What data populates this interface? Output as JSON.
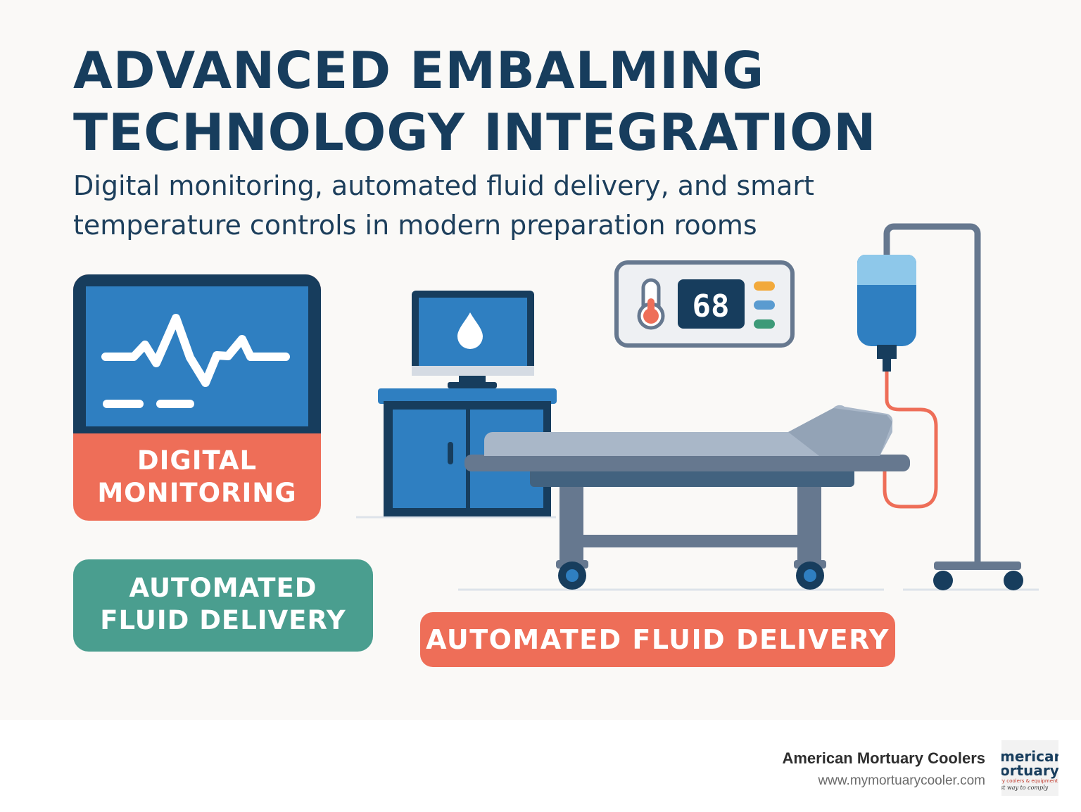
{
  "title": {
    "line1": "ADVANCED EMBALMING",
    "line2": "TECHNOLOGY INTEGRATION"
  },
  "subtitle": {
    "line1": "Digital monitoring, automated fluid delivery, and smart",
    "line2": "temperature controls in modern preparation rooms"
  },
  "monitor_panel": {
    "label_line1": "DIGITAL",
    "label_line2": "MONITORING",
    "icon": "heartbeat-icon"
  },
  "fluid_panel": {
    "label_line1": "AUTOMATED",
    "label_line2": "FLUID DELIVERY"
  },
  "bottom_label": "AUTOMATED FLUID DELIVERY",
  "thermostat": {
    "reading": "68",
    "icon": "thermometer-icon"
  },
  "computer": {
    "icon": "droplet-icon"
  },
  "footer": {
    "brand": "American Mortuary Coolers",
    "url": "www.mymortuarycooler.com",
    "logo": {
      "line1": "merican",
      "line2": "ortuary",
      "line3": "ry coolers & equipment",
      "line4": "st way to comply"
    }
  },
  "colors": {
    "navy": "#173d5d",
    "blue": "#2f7fc1",
    "coral": "#ee6e58",
    "teal": "#4a9e8f",
    "gray": "#66788f",
    "background": "#faf9f7"
  }
}
